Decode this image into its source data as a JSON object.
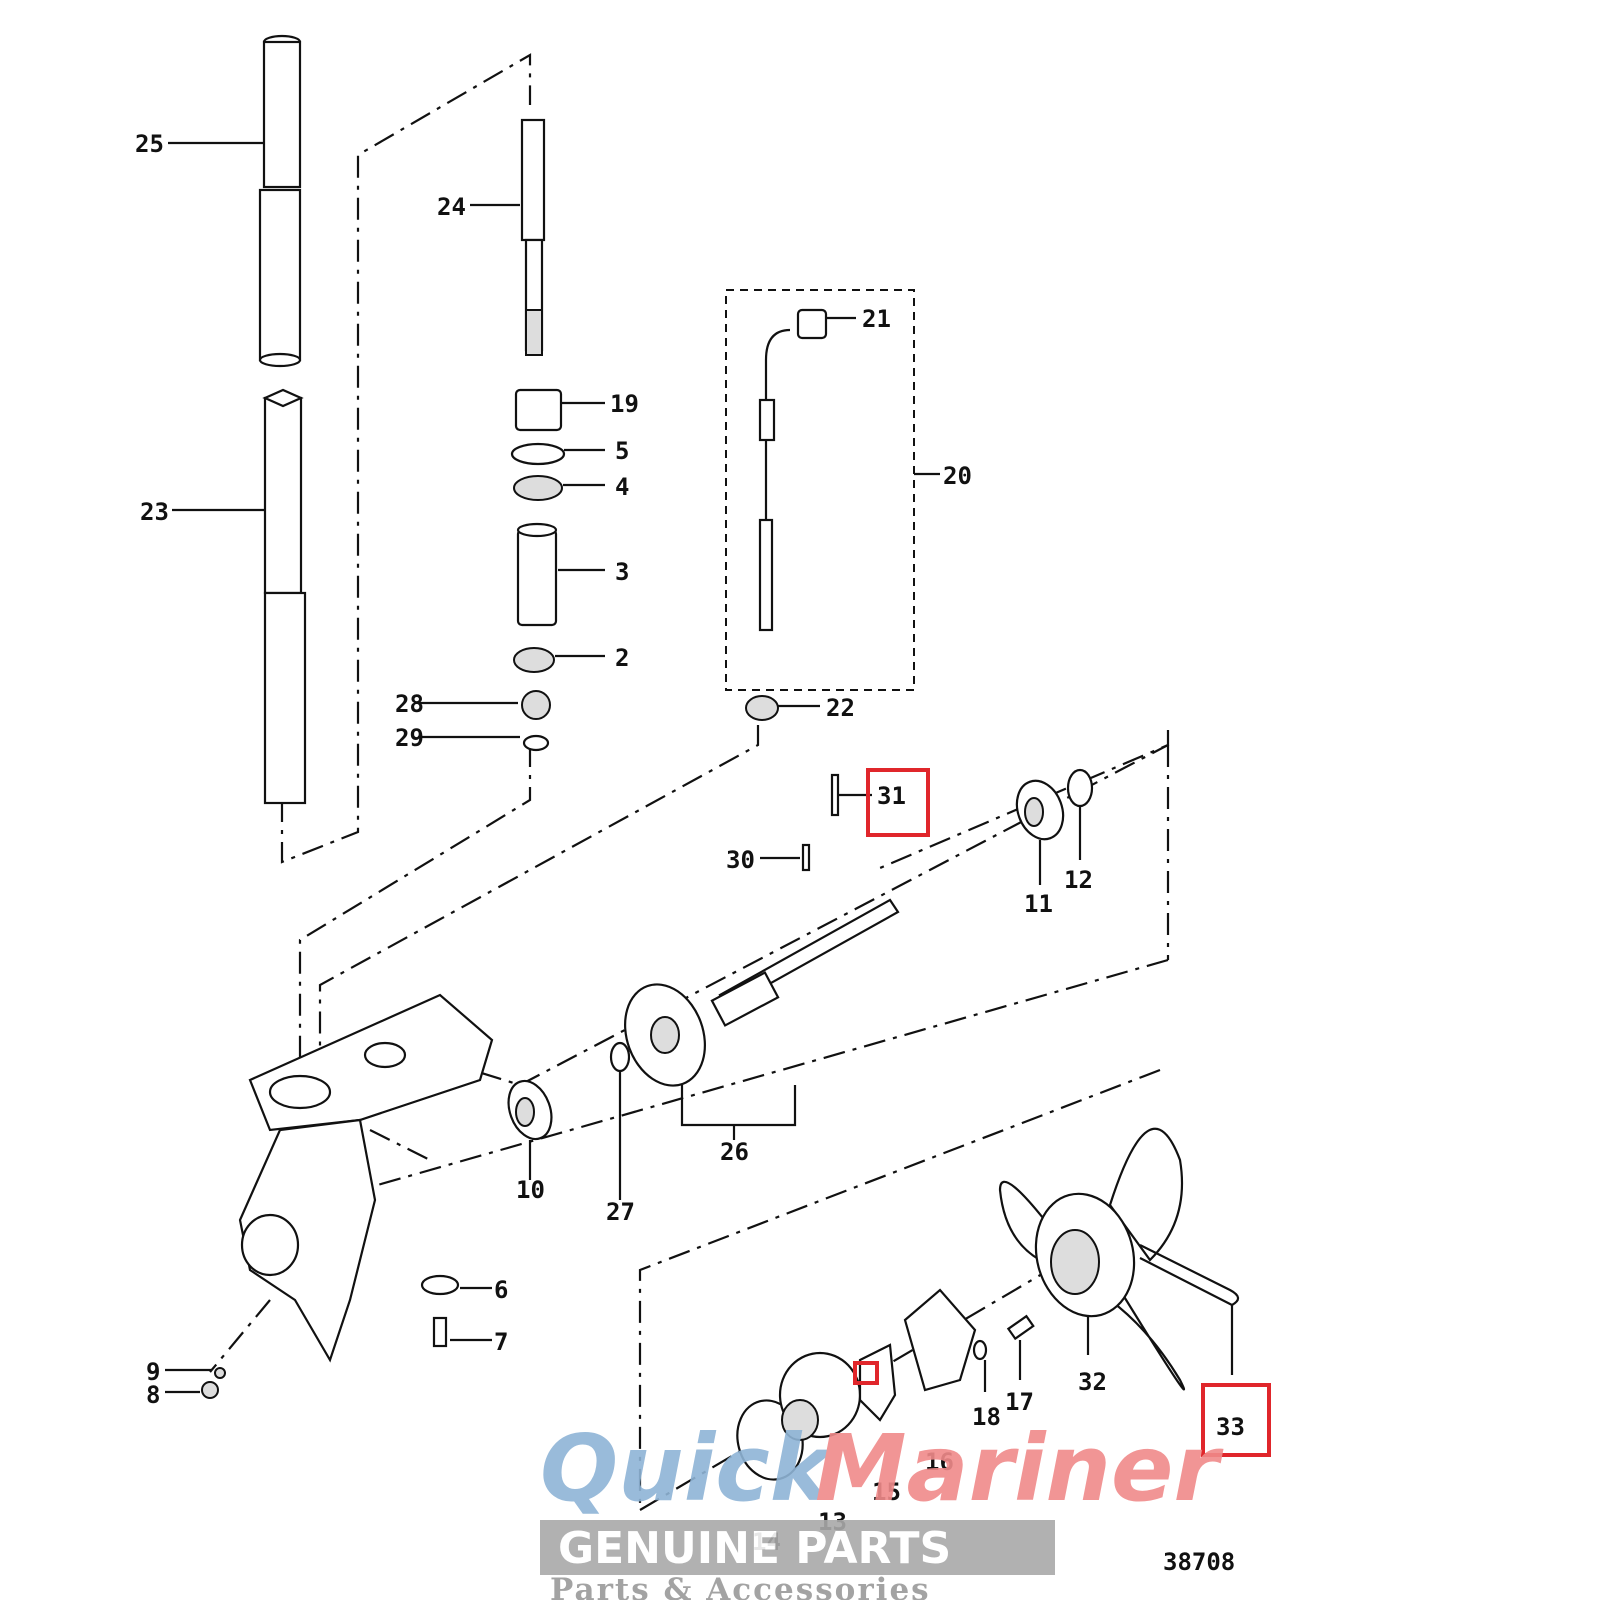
{
  "figure_number": "38708",
  "highlighted_parts": [
    "31",
    "33"
  ],
  "parts": {
    "p2": "2",
    "p3": "3",
    "p4": "4",
    "p5": "5",
    "p6": "6",
    "p7": "7",
    "p8": "8",
    "p9": "9",
    "p10": "10",
    "p11": "11",
    "p12": "12",
    "p13": "13",
    "p14": "14",
    "p15": "15",
    "p16": "16",
    "p17": "17",
    "p18": "18",
    "p19": "19",
    "p20": "20",
    "p21": "21",
    "p22": "22",
    "p23": "23",
    "p24": "24",
    "p25": "25",
    "p26": "26",
    "p27": "27",
    "p28": "28",
    "p29": "29",
    "p30": "30",
    "p31": "31",
    "p32": "32",
    "p33": "33"
  },
  "watermark": {
    "quick": "Quick",
    "mariner": "Mariner",
    "genuine": "GENUINE PARTS",
    "tagline": "Parts & Accessories",
    "colors": {
      "quick": "#8fb4d6",
      "mariner": "#f08a8a",
      "band": "#a9a9a9",
      "tagline": "#9a9a9a"
    }
  },
  "highlight_color": "#e0262b"
}
